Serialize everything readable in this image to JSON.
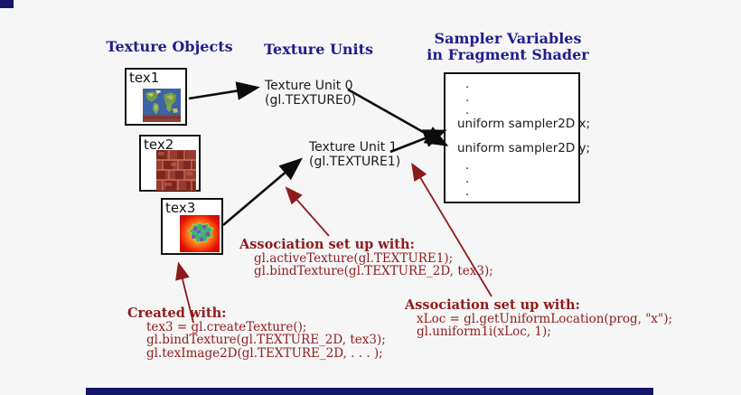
{
  "headings": {
    "texture_objects": "Texture Objects",
    "texture_units": "Texture Units",
    "sampler_line1": "Sampler Variables",
    "sampler_line2": "in Fragment Shader"
  },
  "texture_objects": [
    {
      "label": "tex1",
      "texture": "world-map"
    },
    {
      "label": "tex2",
      "texture": "bricks"
    },
    {
      "label": "tex3",
      "texture": "fractal"
    }
  ],
  "texture_units": [
    {
      "name": "Texture Unit 0",
      "gl": "(gl.TEXTURE0)"
    },
    {
      "name": "Texture Unit 1",
      "gl": "(gl.TEXTURE1)"
    }
  ],
  "sampler": {
    "dot": ".",
    "lines": [
      "uniform sampler2D x;",
      "uniform sampler2D y;"
    ]
  },
  "annotations": {
    "assoc_texture": {
      "title": "Association set up with:",
      "code": [
        "gl.activeTexture(gl.TEXTURE1);",
        "gl.bindTexture(gl.TEXTURE_2D, tex3);"
      ]
    },
    "created": {
      "title": "Created with:",
      "code": [
        "tex3 = gl.createTexture();",
        "gl.bindTexture(gl.TEXTURE_2D, tex3);",
        "gl.texImage2D(gl.TEXTURE_2D, . . . );"
      ]
    },
    "assoc_sampler": {
      "title": "Association set up with:",
      "code": [
        "xLoc = gl.getUniformLocation(prog, \"x\");",
        "gl.uniform1i(xLoc, 1);"
      ]
    }
  },
  "colors": {
    "heading_navy": "#1f1f8b",
    "annotation_red": "#8e1b1b",
    "arrow_black": "#0c0c0c",
    "background": "#f6f6f6"
  }
}
